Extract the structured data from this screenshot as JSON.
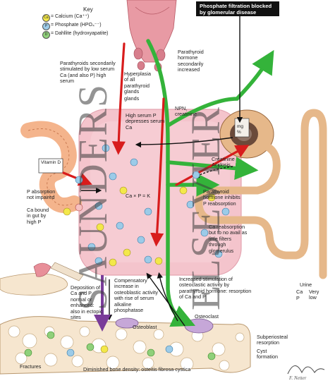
{
  "callout": "Phosphate filtration blocked by glomerular disease",
  "key": {
    "title": "Key",
    "items": [
      {
        "symbol": "Ca",
        "label": "= Calcium (Ca⁺⁺)",
        "color": "#f3e84a"
      },
      {
        "symbol": "P",
        "label": "= Phosphate (HPO₄⁻⁻)",
        "color": "#9ccbe8"
      },
      {
        "symbol": "D",
        "label": "= Dahllite (hydroxyapatite)",
        "color": "#8fd07a"
      }
    ]
  },
  "labels": {
    "parathyroid_stim": "Parathyroids secondarily stimulated by low serum Ca (and also P) high serum",
    "hyperplasia": "Hyperplasia of all parathyroid glands",
    "pth_increased": "Parathyroid hormone secondarily increased",
    "npn": "NPN, creatinine",
    "serum_p": "High serum P depresses serum Ca",
    "glands": "glands",
    "mg": "mg %",
    "creatinine_acidosis": "Creatinine Acidosis",
    "vitamin_d": "Vitamin D",
    "p_absorption": "P absorption not impaired",
    "ca_bound": "Ca bound in gut by high P",
    "k_text": "Ca × P = K",
    "pth_inhibits": "Parathyroid hormone inhibits P reabsorption",
    "ca_reabsorption": "Ca reabsorption but to no avail as little filters through glomerulus",
    "urine": "Urine",
    "urine_ca": "Ca",
    "urine_p": "P",
    "urine_very_low": "Very low",
    "deposition": "Deposition of Ca and P normal or enhanced: also in ectopic sites",
    "compensatory": "Compensatory increase in osteoblastic activity with rise of serum alkaline phosphatase",
    "osteoblast": "Osteoblast",
    "increased_stim": "Increased stimulation of osteoclastic activity by parathyroid hormone: resorption of Ca and P",
    "osteoclast": "Osteoclast",
    "subperiosteal": "Subperiosteal resorption",
    "cyst": "Cyst formation",
    "fractures": "Fractures",
    "diminished": "Diminished bone density: osteitis fibrosa cystica"
  },
  "watermark": {
    "word1": "SAUNDERS",
    "word2": "ELSEVIER"
  },
  "signature": "F. Netter",
  "colors": {
    "blood_pool": "#f4c4cc",
    "pth_arrow": "#34b33a",
    "red_arrow": "#d81c1c",
    "purple_arrow": "#7a3c99",
    "black_arrow": "#111111",
    "bone": "#f6e6cf",
    "skin": "#f4b48c",
    "callout_bg": "#111111"
  }
}
